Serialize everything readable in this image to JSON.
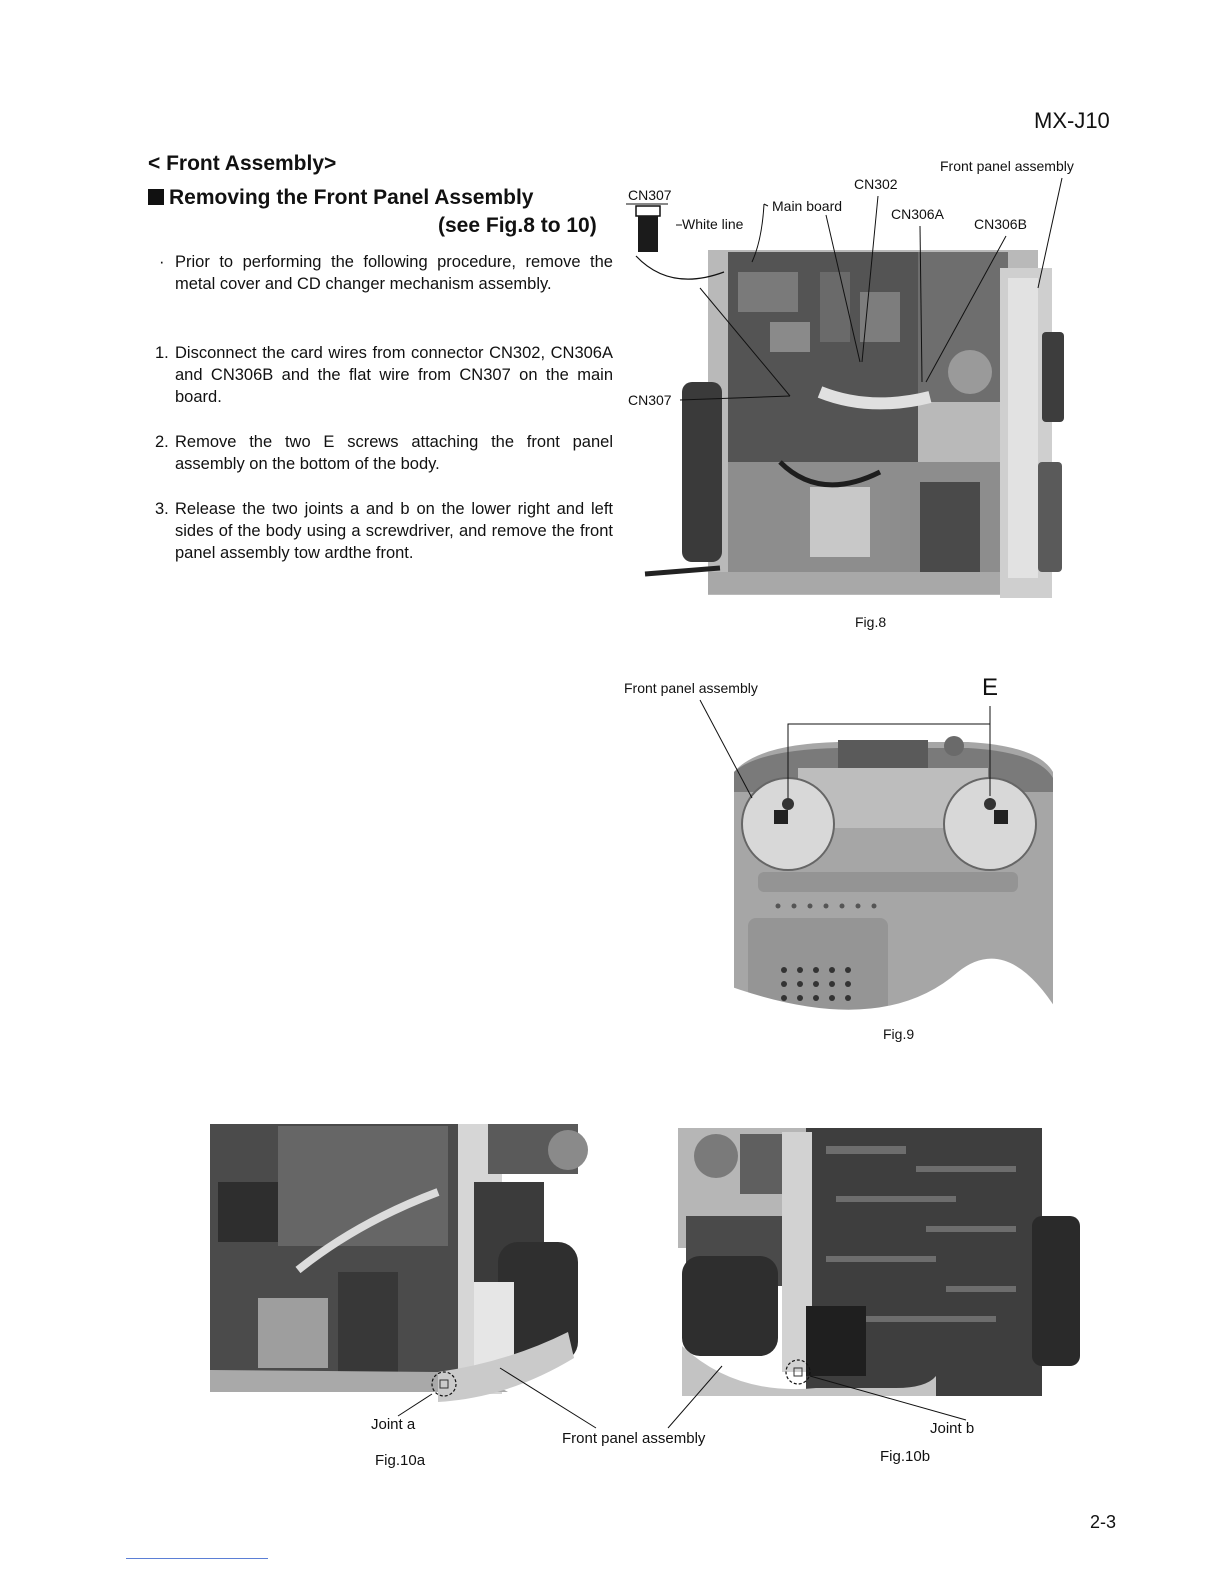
{
  "model": "MX-J10",
  "section_title": "< Front Assembly>",
  "subsection": {
    "title": "Removing the Front Panel Assembly",
    "reference": "(see Fig.8 to 10)"
  },
  "prerequisite": {
    "bullet": "·",
    "text": "Prior to performing the following procedure, remove the metal cover and CD changer mechanism assembly."
  },
  "steps": [
    {
      "number": "1.",
      "text": "Disconnect the card wires from connector CN302, CN306A and CN306B and the flat wire from CN307 on the main board."
    },
    {
      "number": "2.",
      "text": "Remove the two E  screws attaching the front panel assembly on the bottom of the body."
    },
    {
      "number": "3.",
      "text": "Release the two joints a  and b  on the lower right and left sides of the body using a screwdriver, and remove the front panel assembly tow ardthe front."
    }
  ],
  "fig8": {
    "caption": "Fig.8",
    "labels": {
      "cn307_top": "CN307",
      "white_line": "White line",
      "main_board": "Main board",
      "cn302": "CN302",
      "cn306a": "CN306A",
      "cn306b": "CN306B",
      "front_panel": "Front panel assembly",
      "cn307_side": "CN307"
    }
  },
  "fig9": {
    "caption": "Fig.9",
    "labels": {
      "front_panel": "Front panel assembly",
      "screw_e": "E"
    }
  },
  "fig10": {
    "caption_a": "Fig.10a",
    "caption_b": "Fig.10b",
    "labels": {
      "joint_a": "Joint a",
      "front_panel": "Front panel assembly",
      "joint_b": "Joint b"
    }
  },
  "page_number": "2-3"
}
